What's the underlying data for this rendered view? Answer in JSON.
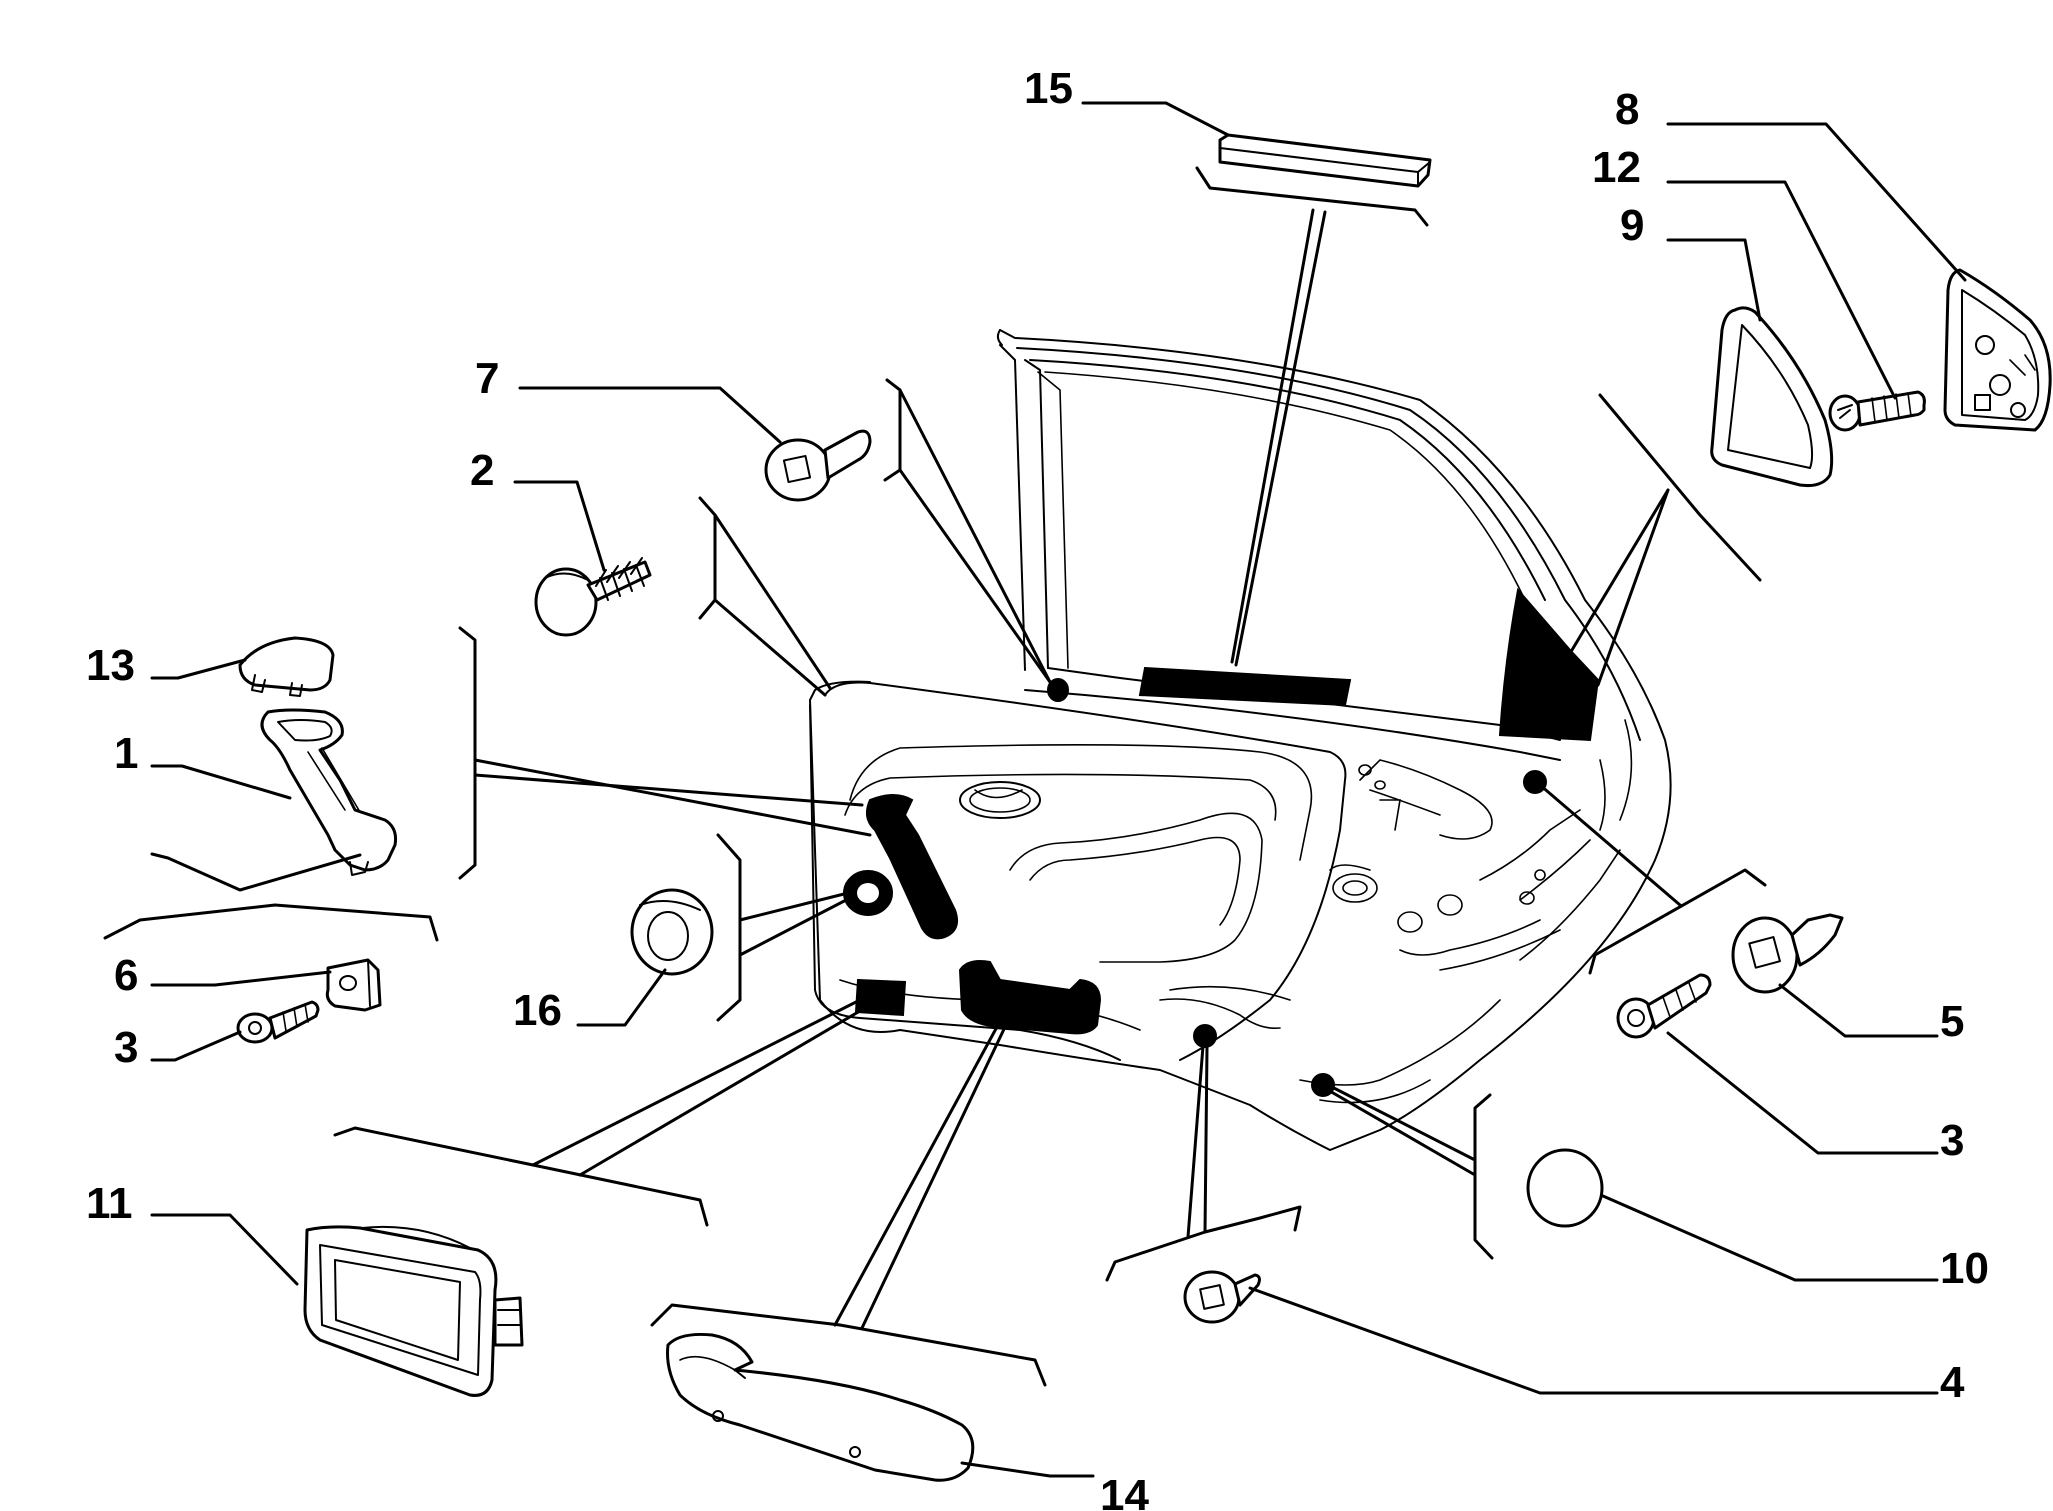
{
  "colors": {
    "ink": "#000000",
    "paper": "#ffffff"
  },
  "labels": [
    {
      "id": "l1",
      "text": "1"
    },
    {
      "id": "l2",
      "text": "2"
    },
    {
      "id": "l3a",
      "text": "3"
    },
    {
      "id": "l3b",
      "text": "3"
    },
    {
      "id": "l4",
      "text": "4"
    },
    {
      "id": "l5",
      "text": "5"
    },
    {
      "id": "l6",
      "text": "6"
    },
    {
      "id": "l7",
      "text": "7"
    },
    {
      "id": "l8",
      "text": "8"
    },
    {
      "id": "l9",
      "text": "9"
    },
    {
      "id": "l10",
      "text": "10"
    },
    {
      "id": "l11",
      "text": "11"
    },
    {
      "id": "l12",
      "text": "12"
    },
    {
      "id": "l13",
      "text": "13"
    },
    {
      "id": "l14",
      "text": "14"
    },
    {
      "id": "l15",
      "text": "15"
    },
    {
      "id": "l16",
      "text": "16"
    }
  ]
}
